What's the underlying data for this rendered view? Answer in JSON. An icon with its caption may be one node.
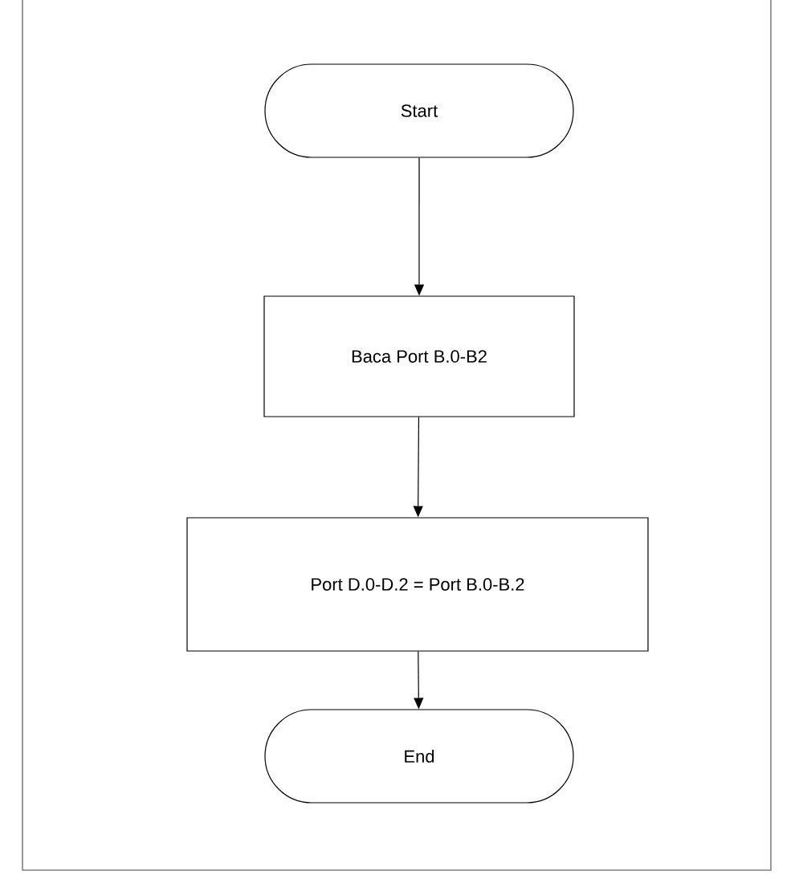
{
  "diagram": {
    "nodes": [
      {
        "text": [
          "Start"
        ]
      },
      {
        "text": [
          "Baca Port B.0-B2"
        ]
      },
      {
        "text": [
          "Port D.0-D.2 = Port B.0-B.2"
        ]
      },
      {
        "text": [
          "End"
        ]
      }
    ],
    "edges": [
      {
        "from": 0,
        "to": 1,
        "arrow": "to"
      },
      {
        "from": 1,
        "to": 2,
        "arrow": "to"
      },
      {
        "from": 2,
        "to": 3,
        "arrow": "to"
      }
    ]
  }
}
